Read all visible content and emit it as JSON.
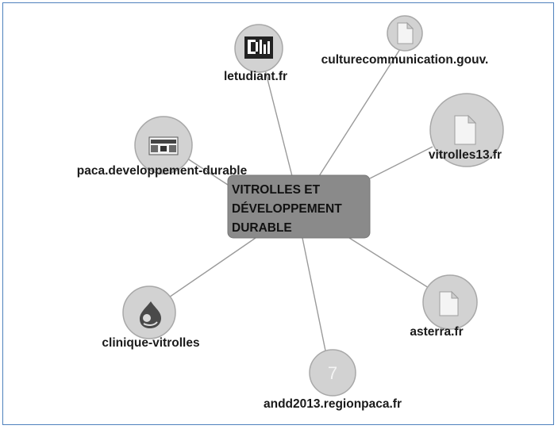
{
  "hub": {
    "lines": [
      "VITROLLES ET",
      "DÉVELOPPEMENT",
      "DURABLE"
    ]
  },
  "nodes": {
    "letudiant": {
      "label": "letudiant.fr",
      "icon": "letudiant-logo-icon"
    },
    "culture": {
      "label": "culturecommunication.gouv.",
      "icon": "document-icon"
    },
    "vitrolles13": {
      "label": "vitrolles13.fr",
      "icon": "document-icon"
    },
    "paca": {
      "label": "paca.developpement-durable",
      "icon": "site-thumbnail-icon"
    },
    "clinique": {
      "label": "clinique-vitrolles",
      "icon": "drupal-drop-icon"
    },
    "asterra": {
      "label": "asterra.fr",
      "icon": "document-icon"
    },
    "andd": {
      "label": "andd2013.regionpaca.fr",
      "icon": "seven-badge-icon"
    }
  },
  "colors": {
    "hub_fill": "#8a8a8a",
    "hub_text": "#111111",
    "edge": "#9a9a9a",
    "bubble": "#d2d2d2",
    "frame_border": "#4f81bd"
  }
}
